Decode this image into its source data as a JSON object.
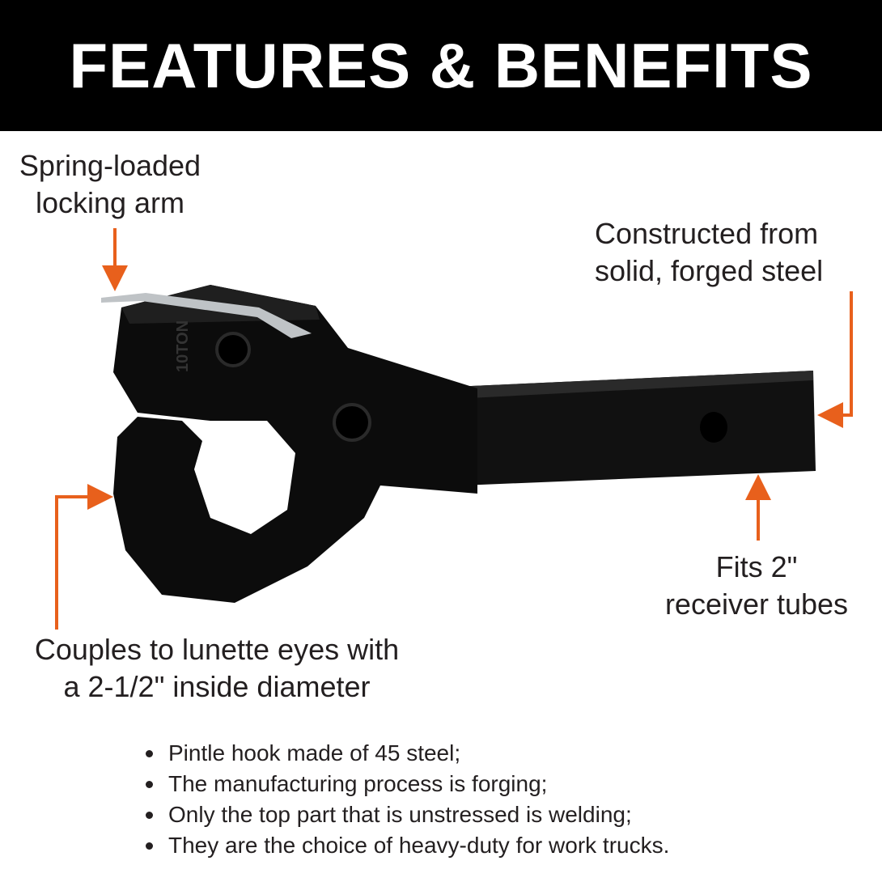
{
  "header": {
    "title": "FEATURES & BENEFITS"
  },
  "callouts": {
    "locking_arm": [
      "Spring-loaded",
      "locking arm"
    ],
    "steel": [
      "Constructed from",
      "solid, forged steel"
    ],
    "receiver": [
      "Fits 2\"",
      "receiver tubes"
    ],
    "lunette": [
      "Couples to lunette eyes with",
      "a 2-1/2\" inside diameter"
    ]
  },
  "product": {
    "marking": "10TON"
  },
  "bullets": [
    "Pintle hook made of 45 steel;",
    "The manufacturing process is forging;",
    "Only the top part that is unstressed is welding;",
    "They are the choice of heavy-duty for work trucks."
  ],
  "colors": {
    "header_bg": "#000000",
    "arrow": "#e8601c",
    "text": "#231f20"
  }
}
